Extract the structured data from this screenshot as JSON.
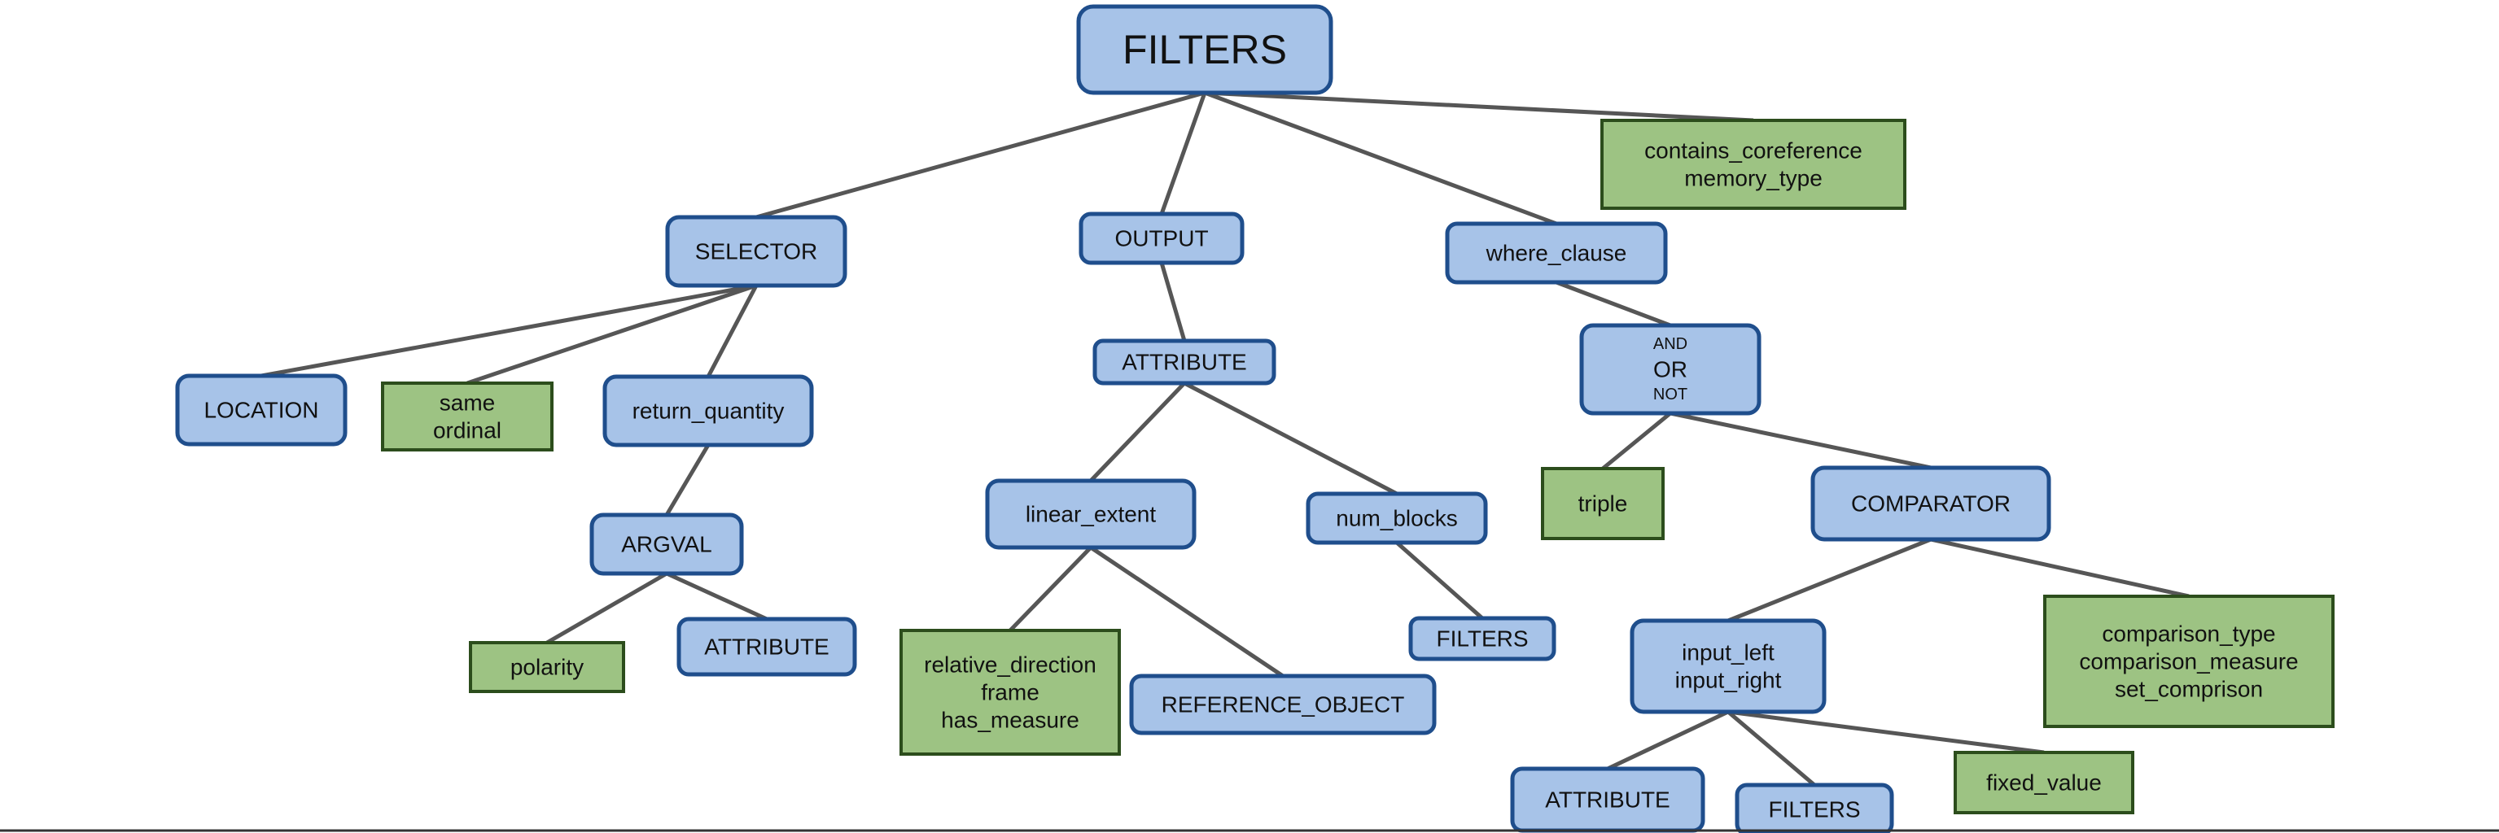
{
  "colors": {
    "container_fill": "#a7c3e8",
    "container_stroke": "#1f4e8c",
    "leaf_fill": "#9dc383",
    "leaf_stroke": "#2c4d1c",
    "edge": "#565656"
  },
  "nodes": {
    "filters_root": {
      "lines": [
        "FILTERS"
      ],
      "kind": "container"
    },
    "selector": {
      "lines": [
        "SELECTOR"
      ],
      "kind": "container"
    },
    "output": {
      "lines": [
        "OUTPUT"
      ],
      "kind": "container"
    },
    "where_clause": {
      "lines": [
        "where_clause"
      ],
      "kind": "container"
    },
    "contains_coref": {
      "lines": [
        "contains_coreference",
        "memory_type"
      ],
      "kind": "leaf"
    },
    "location": {
      "lines": [
        "LOCATION"
      ],
      "kind": "container"
    },
    "same_ordinal": {
      "lines": [
        "same",
        "ordinal"
      ],
      "kind": "leaf"
    },
    "return_quantity": {
      "lines": [
        "return_quantity"
      ],
      "kind": "container"
    },
    "argval": {
      "lines": [
        "ARGVAL"
      ],
      "kind": "container"
    },
    "polarity": {
      "lines": [
        "polarity"
      ],
      "kind": "leaf"
    },
    "attribute_argval": {
      "lines": [
        "ATTRIBUTE"
      ],
      "kind": "container"
    },
    "attribute_output": {
      "lines": [
        "ATTRIBUTE"
      ],
      "kind": "container"
    },
    "linear_extent": {
      "lines": [
        "linear_extent"
      ],
      "kind": "container"
    },
    "num_blocks": {
      "lines": [
        "num_blocks"
      ],
      "kind": "container"
    },
    "relative_direction": {
      "lines": [
        "relative_direction",
        "frame",
        "has_measure"
      ],
      "kind": "leaf"
    },
    "reference_object": {
      "lines": [
        "REFERENCE_OBJECT"
      ],
      "kind": "container"
    },
    "filters_num_blocks": {
      "lines": [
        "FILTERS"
      ],
      "kind": "container"
    },
    "and_or_not": {
      "lines": [
        "AND",
        "OR",
        "NOT"
      ],
      "kind": "container"
    },
    "triple": {
      "lines": [
        "triple"
      ],
      "kind": "leaf"
    },
    "comparator": {
      "lines": [
        "COMPARATOR"
      ],
      "kind": "container"
    },
    "input_left_right": {
      "lines": [
        "input_left",
        "input_right"
      ],
      "kind": "container"
    },
    "comparison_type": {
      "lines": [
        "comparison_type",
        "comparison_measure",
        "set_comprison"
      ],
      "kind": "leaf"
    },
    "attribute_input": {
      "lines": [
        "ATTRIBUTE"
      ],
      "kind": "container"
    },
    "filters_input": {
      "lines": [
        "FILTERS"
      ],
      "kind": "container"
    },
    "fixed_value": {
      "lines": [
        "fixed_value"
      ],
      "kind": "leaf"
    }
  },
  "edges": [
    [
      "filters_root",
      "selector"
    ],
    [
      "filters_root",
      "output"
    ],
    [
      "filters_root",
      "where_clause"
    ],
    [
      "filters_root",
      "contains_coref"
    ],
    [
      "selector",
      "location"
    ],
    [
      "selector",
      "same_ordinal"
    ],
    [
      "selector",
      "return_quantity"
    ],
    [
      "return_quantity",
      "argval"
    ],
    [
      "argval",
      "polarity"
    ],
    [
      "argval",
      "attribute_argval"
    ],
    [
      "output",
      "attribute_output"
    ],
    [
      "attribute_output",
      "linear_extent"
    ],
    [
      "attribute_output",
      "num_blocks"
    ],
    [
      "linear_extent",
      "relative_direction"
    ],
    [
      "linear_extent",
      "reference_object"
    ],
    [
      "num_blocks",
      "filters_num_blocks"
    ],
    [
      "where_clause",
      "and_or_not"
    ],
    [
      "and_or_not",
      "triple"
    ],
    [
      "and_or_not",
      "comparator"
    ],
    [
      "comparator",
      "input_left_right"
    ],
    [
      "comparator",
      "comparison_type"
    ],
    [
      "input_left_right",
      "attribute_input"
    ],
    [
      "input_left_right",
      "filters_input"
    ],
    [
      "input_left_right",
      "fixed_value"
    ]
  ]
}
